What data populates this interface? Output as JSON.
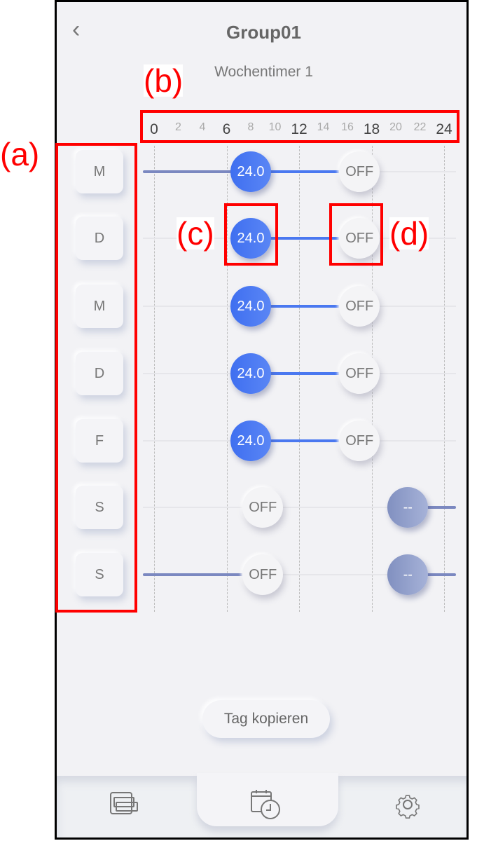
{
  "header": {
    "back_icon": "chevron-left-icon",
    "title": "Group01",
    "subtitle": "Wochentimer 1"
  },
  "time_axis": {
    "ticks": [
      {
        "label": "0",
        "major": true
      },
      {
        "label": "2"
      },
      {
        "label": "4"
      },
      {
        "label": "6",
        "major": true
      },
      {
        "label": "8"
      },
      {
        "label": "10"
      },
      {
        "label": "12",
        "major": true
      },
      {
        "label": "14"
      },
      {
        "label": "16"
      },
      {
        "label": "18",
        "major": true
      },
      {
        "label": "20"
      },
      {
        "label": "22"
      },
      {
        "label": "24",
        "major": true
      }
    ]
  },
  "days": [
    {
      "label": "M",
      "segments": [
        {
          "from": -1,
          "to": 8,
          "color": "#7b88c0"
        },
        {
          "from": 8,
          "to": 17,
          "color": "#4a78f0"
        }
      ],
      "knobs": [
        {
          "hour": 8,
          "type": "on",
          "label": "24.0"
        },
        {
          "hour": 17,
          "type": "off",
          "label": "OFF"
        }
      ]
    },
    {
      "label": "D",
      "segments": [
        {
          "from": 8,
          "to": 17,
          "color": "#4a78f0"
        }
      ],
      "knobs": [
        {
          "hour": 8,
          "type": "on",
          "label": "24.0"
        },
        {
          "hour": 17,
          "type": "off",
          "label": "OFF"
        }
      ]
    },
    {
      "label": "M",
      "segments": [
        {
          "from": 8,
          "to": 17,
          "color": "#4a78f0"
        }
      ],
      "knobs": [
        {
          "hour": 8,
          "type": "on",
          "label": "24.0"
        },
        {
          "hour": 17,
          "type": "off",
          "label": "OFF"
        }
      ]
    },
    {
      "label": "D",
      "segments": [
        {
          "from": 8,
          "to": 17,
          "color": "#4a78f0"
        }
      ],
      "knobs": [
        {
          "hour": 8,
          "type": "on",
          "label": "24.0"
        },
        {
          "hour": 17,
          "type": "off",
          "label": "OFF"
        }
      ]
    },
    {
      "label": "F",
      "segments": [
        {
          "from": 8,
          "to": 17,
          "color": "#4a78f0"
        }
      ],
      "knobs": [
        {
          "hour": 8,
          "type": "on",
          "label": "24.0"
        },
        {
          "hour": 17,
          "type": "off",
          "label": "OFF"
        }
      ]
    },
    {
      "label": "S",
      "segments": [
        {
          "from": 21,
          "to": 25,
          "color": "#7b88c0"
        }
      ],
      "knobs": [
        {
          "hour": 9,
          "type": "off",
          "label": "OFF"
        },
        {
          "hour": 21,
          "type": "none",
          "label": "--"
        }
      ]
    },
    {
      "label": "S",
      "segments": [
        {
          "from": -1,
          "to": 9,
          "color": "#7b88c0"
        },
        {
          "from": 21,
          "to": 25,
          "color": "#7b88c0"
        }
      ],
      "knobs": [
        {
          "hour": 9,
          "type": "off",
          "label": "OFF"
        },
        {
          "hour": 21,
          "type": "none",
          "label": "--"
        }
      ]
    }
  ],
  "copy_button": "Tag kopieren",
  "nav": [
    {
      "icon": "devices-icon"
    },
    {
      "icon": "calendar-clock-icon",
      "active": true
    },
    {
      "icon": "gear-icon"
    }
  ],
  "annotations": {
    "a": "(a)",
    "b": "(b)",
    "c": "(c)",
    "d": "(d)"
  }
}
